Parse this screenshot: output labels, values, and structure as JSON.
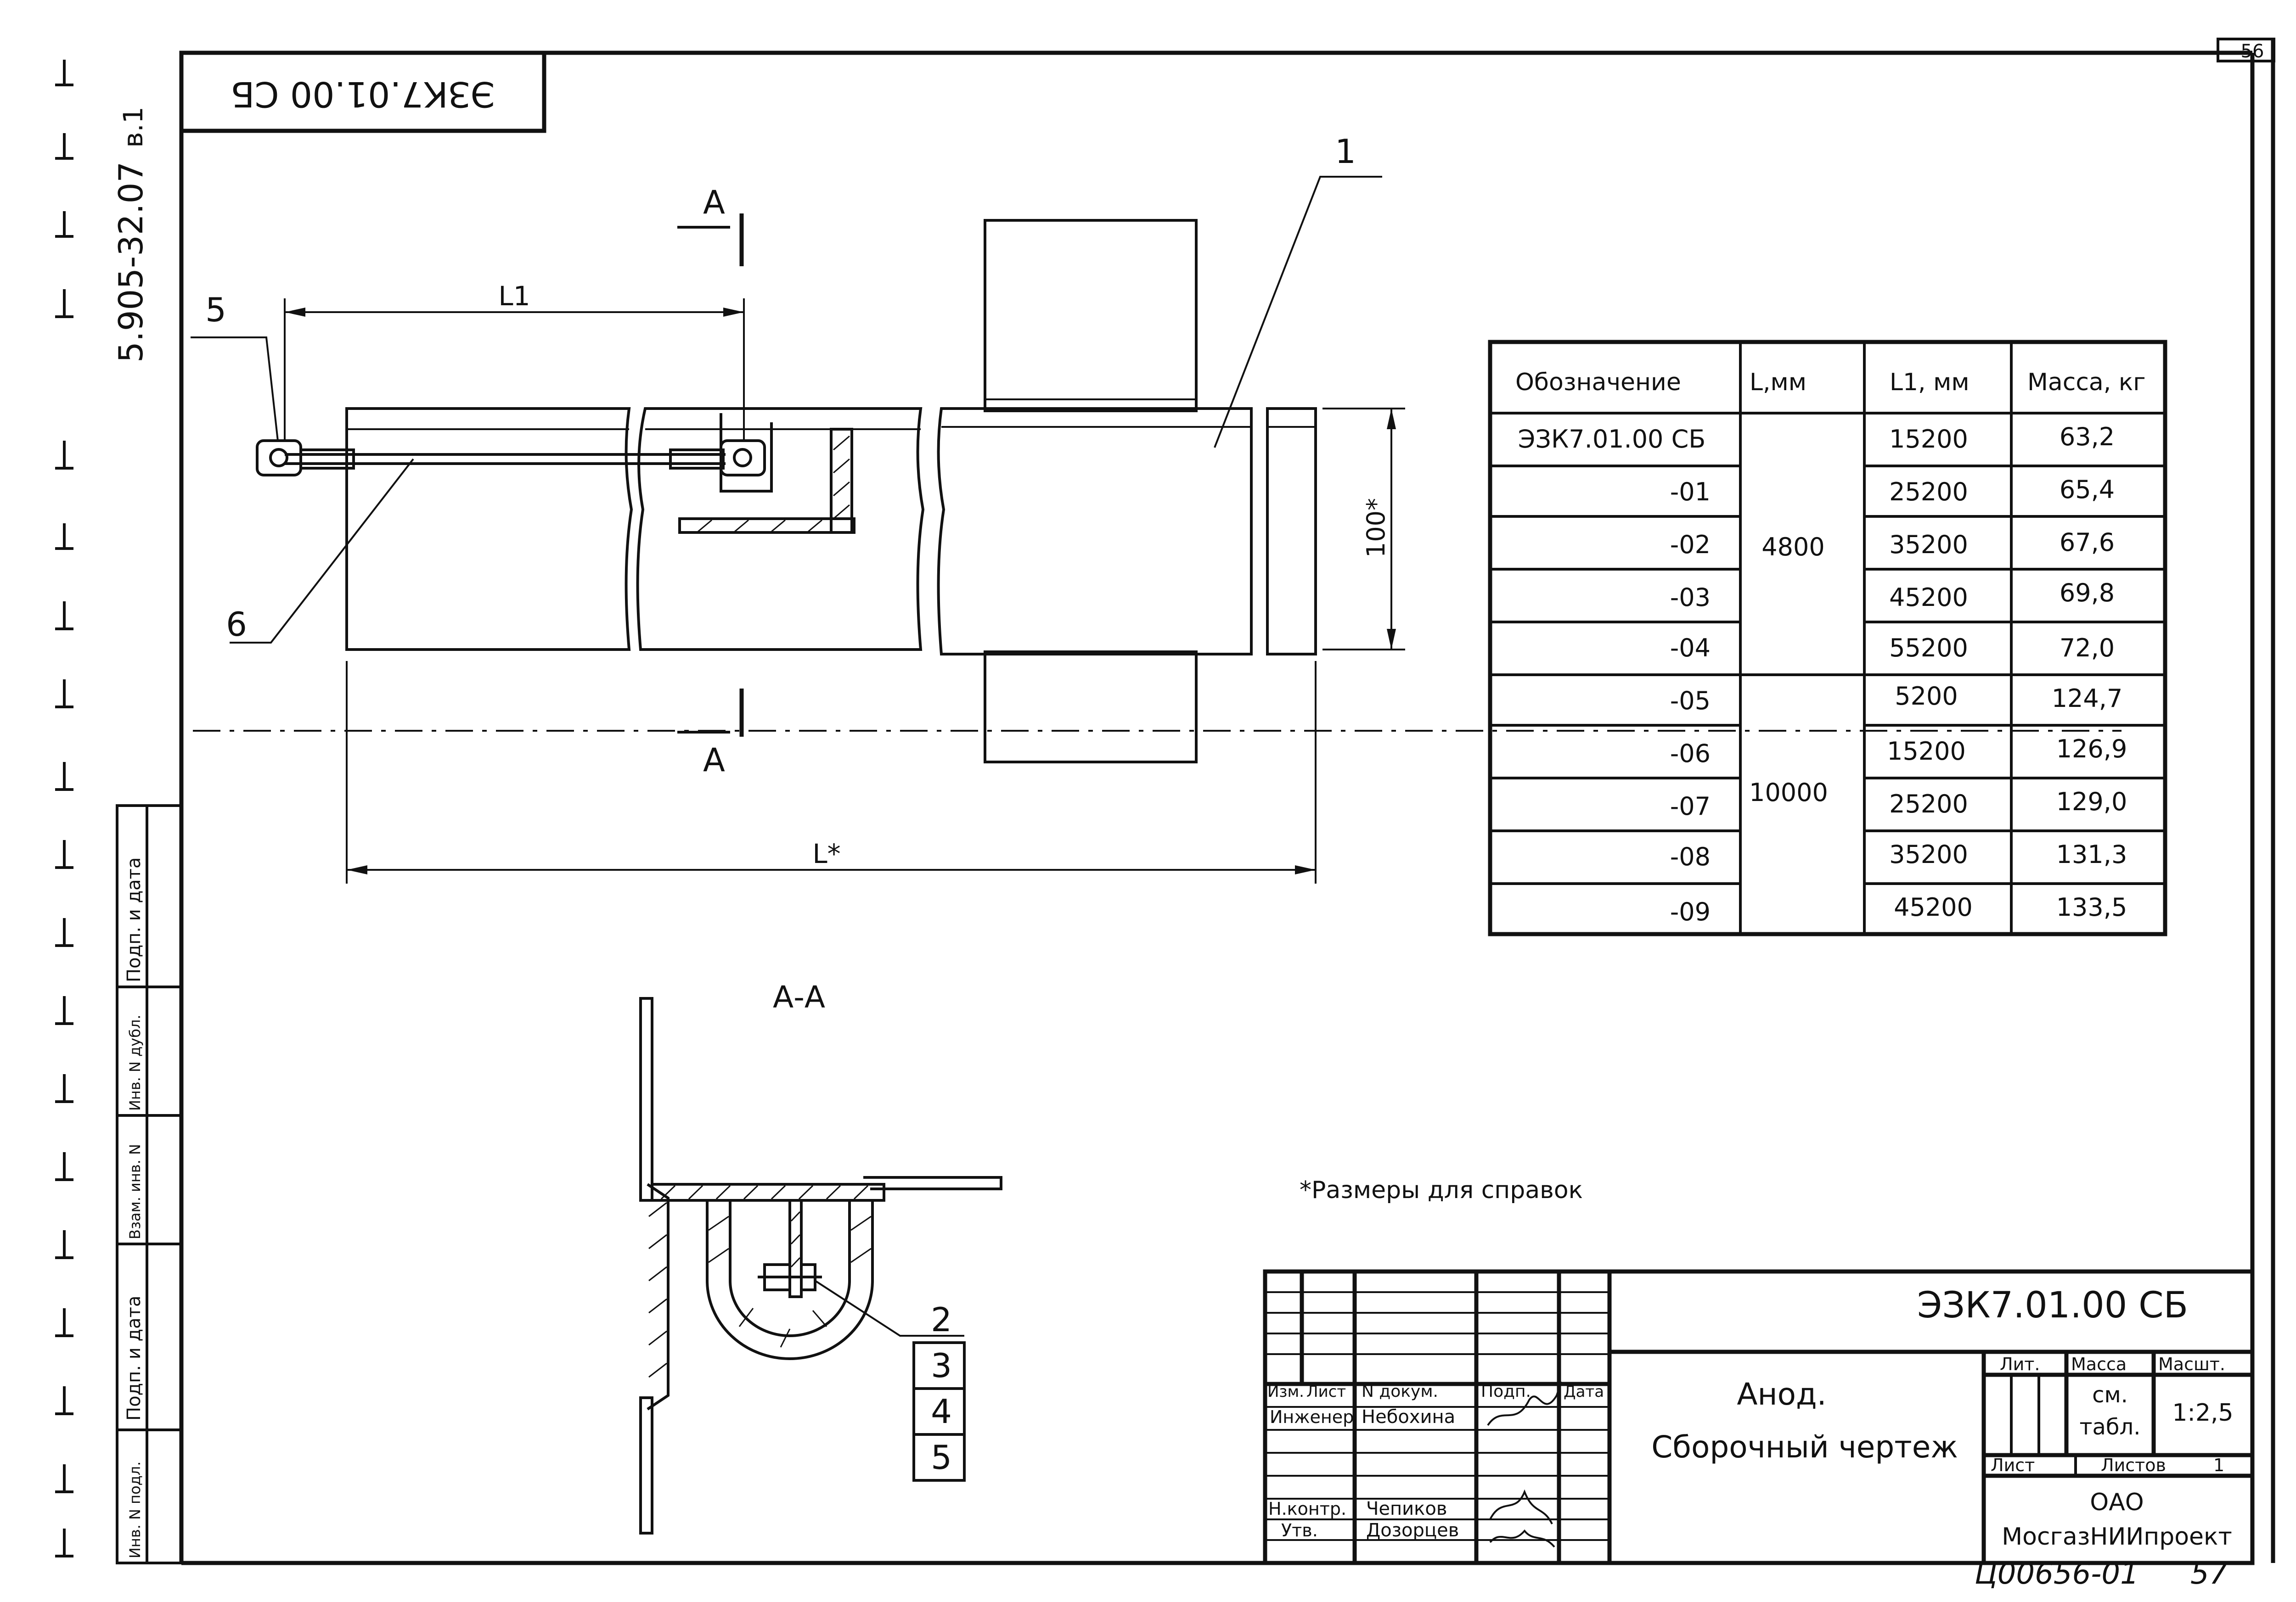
{
  "sheet": {
    "page_number_top": "56",
    "page_number_bottom": "57",
    "archive_number": "Ц00656-01",
    "standard_number": "5.905-32.07",
    "standard_version": "в.1",
    "rotated_designation": "ЭЗК7.01.00 СБ",
    "note": "*Размеры для справок"
  },
  "drawing": {
    "labels": {
      "pos1": "1",
      "pos5": "5",
      "pos6": "6",
      "section_top": "А",
      "section_bottom": "А",
      "dim_l1": "L1",
      "dim_l": "L*",
      "dim_height": "100*",
      "section_title": "А-А",
      "pos2": "2",
      "pos3": "3",
      "pos4": "4",
      "pos5b": "5"
    }
  },
  "spec_table": {
    "headers": [
      "Обозначение",
      "L,мм",
      "L1, мм",
      "Масса, кг"
    ],
    "rows": [
      {
        "designation": "ЭЗК7.01.00 СБ",
        "l1": "15200",
        "mass": "63,2"
      },
      {
        "designation": "-01",
        "l1": "25200",
        "mass": "65,4"
      },
      {
        "designation": "-02",
        "l1": "35200",
        "mass": "67,6"
      },
      {
        "designation": "-03",
        "l1": "45200",
        "mass": "69,8"
      },
      {
        "designation": "-04",
        "l1": "55200",
        "mass": "72,0"
      },
      {
        "designation": "-05",
        "l1": "5200",
        "mass": "124,7"
      },
      {
        "designation": "-06",
        "l1": "15200",
        "mass": "126,9"
      },
      {
        "designation": "-07",
        "l1": "25200",
        "mass": "129,0"
      },
      {
        "designation": "-08",
        "l1": "35200",
        "mass": "131,3"
      },
      {
        "designation": "-09",
        "l1": "45200",
        "mass": "133,5"
      }
    ],
    "l_groups": [
      "4800",
      "10000"
    ]
  },
  "side_stamp": {
    "labels": [
      "Подп. и дата",
      "Инв. N дубл.",
      "Взам. инв. N",
      "Подп. и дата",
      "Инв. N подл."
    ]
  },
  "title_block": {
    "designation": "ЭЗК7.01.00 СБ",
    "name_line1": "Анод.",
    "name_line2": "Сборочный чертеж",
    "col_izm": "Изм.",
    "col_list": "Лист",
    "col_ndoc": "N докум.",
    "col_podp": "Подп.",
    "col_data": "Дата",
    "role_engineer": "Инженер",
    "name_engineer": "Небохина",
    "role_nkontr": "Н.контр.",
    "name_nkontr": "Чепиков",
    "role_utv": "Утв.",
    "name_utv": "Дозорцев",
    "lit_label": "Лит.",
    "mass_label": "Масса",
    "scale_label": "Масшт.",
    "mass_value_1": "см.",
    "mass_value_2": "табл.",
    "scale_value": "1:2,5",
    "sheet_label": "Лист",
    "sheets_label": "Листов",
    "sheets_value": "1",
    "org_line1": "ОАО",
    "org_line2": "МосгазНИИпроект"
  }
}
